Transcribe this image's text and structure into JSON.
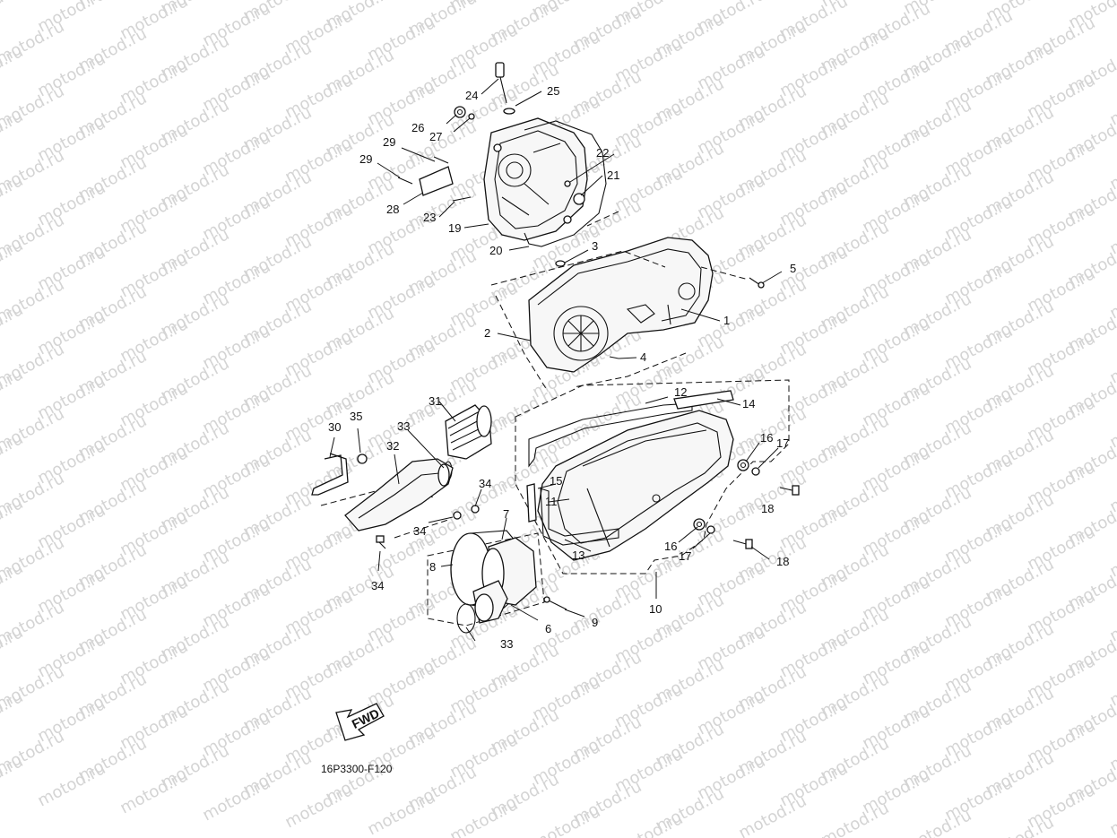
{
  "watermark": "motod.ru",
  "drawing_code": "16P3300-F120",
  "fwd_label": "FWD",
  "callouts": [
    "1",
    "2",
    "3",
    "4",
    "5",
    "6",
    "7",
    "8",
    "9",
    "10",
    "11",
    "12",
    "13",
    "14",
    "15",
    "16",
    "16",
    "17",
    "17",
    "18",
    "18",
    "19",
    "20",
    "21",
    "22",
    "23",
    "24",
    "25",
    "26",
    "27",
    "28",
    "29",
    "29",
    "30",
    "31",
    "32",
    "33",
    "33",
    "34",
    "34",
    "34",
    "35"
  ]
}
